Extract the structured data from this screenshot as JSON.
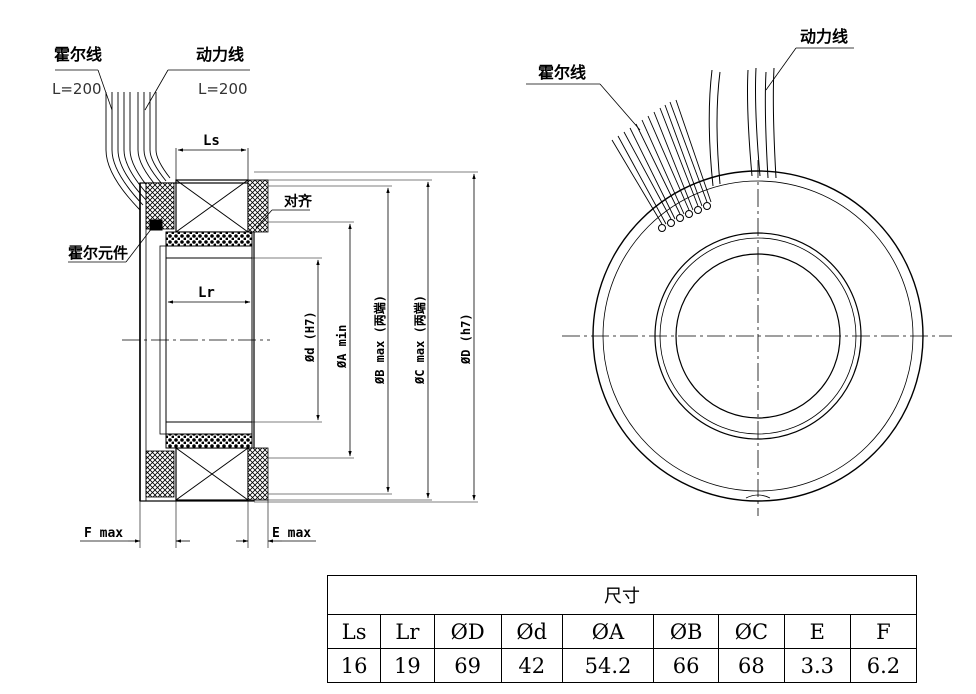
{
  "labels": {
    "hall_wire": "霍尔线",
    "power_wire": "动力线",
    "hall_length": "L=200",
    "power_length": "L=200",
    "ls": "Ls",
    "lr": "Lr",
    "align": "对齐",
    "hall_element": "霍尔元件",
    "f_max": "F max",
    "e_max": "E max",
    "d_h7": "Ød (H7)",
    "a_min": "ØA min",
    "b_max": "ØB max (两端)",
    "c_max": "ØC max (两端)",
    "D_h7": "ØD (h7)",
    "right_hall_wire": "霍尔线",
    "right_power_wire": "动力线"
  },
  "table": {
    "caption": "尺寸",
    "headers": [
      "Ls",
      "Lr",
      "ØD",
      "Ød",
      "ØA",
      "ØB",
      "ØC",
      "E",
      "F"
    ],
    "values": [
      "16",
      "19",
      "69",
      "42",
      "54.2",
      "66",
      "68",
      "3.3",
      "6.2"
    ]
  }
}
